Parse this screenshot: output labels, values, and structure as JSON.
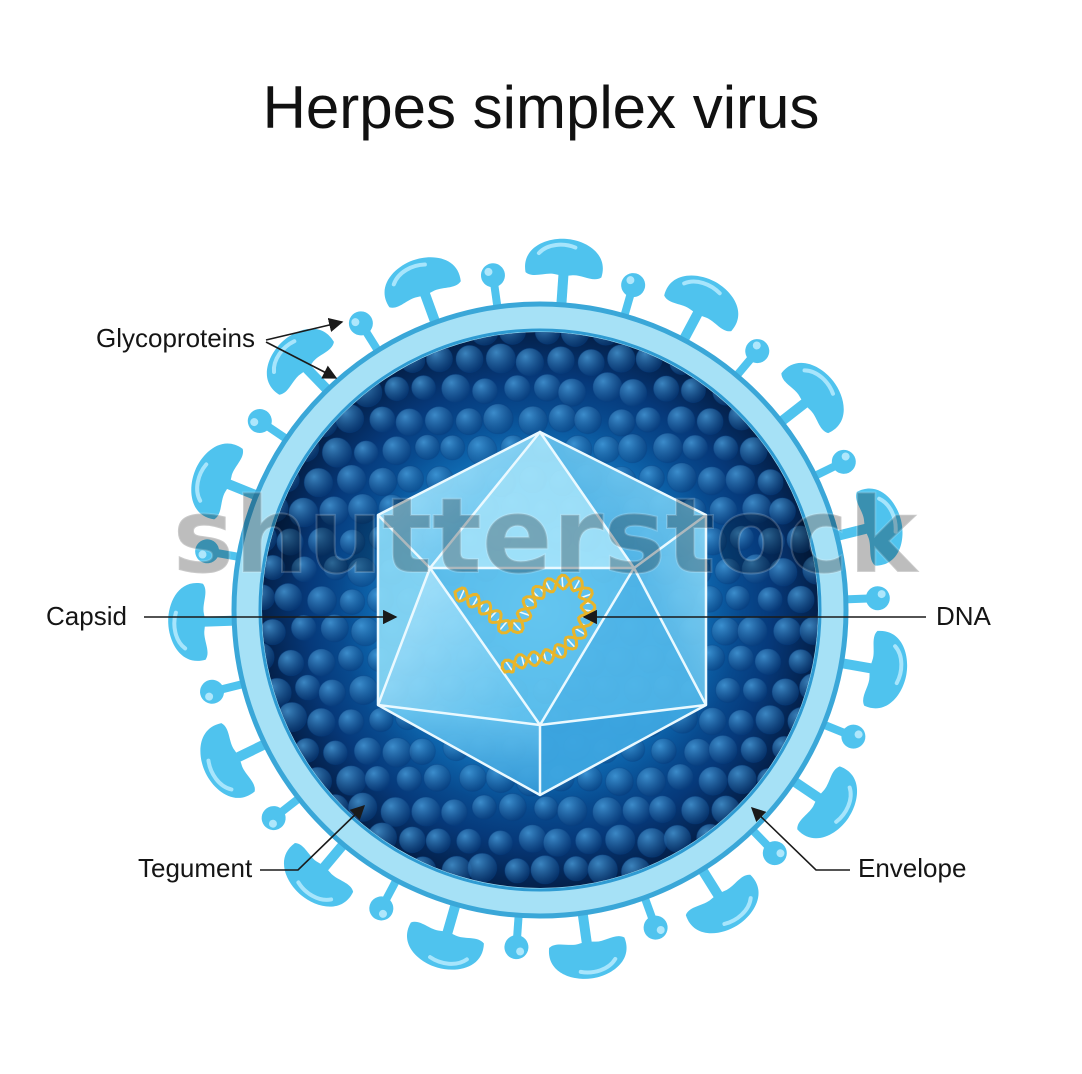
{
  "title": "Herpes simplex virus",
  "labels": {
    "glycoproteins": "Glycoproteins",
    "capsid": "Capsid",
    "dna": "DNA",
    "tegument": "Tegument",
    "envelope": "Envelope"
  },
  "watermark": "shutterstock",
  "colors": {
    "background": "#ffffff",
    "glycoprotein": "#4fc3ee",
    "envelope_fill": "#a6e1f6",
    "envelope_stroke": "#3aa7d8",
    "tegument_center": "#0c78c4",
    "tegument_edge": "#031a3e",
    "capsid_face": "#7fd2f4",
    "capsid_edge": "#e9f8ff",
    "dna_strand": "#e8b52a",
    "dna_rung": "#ffffff",
    "leader_line": "#1a1a1a"
  }
}
